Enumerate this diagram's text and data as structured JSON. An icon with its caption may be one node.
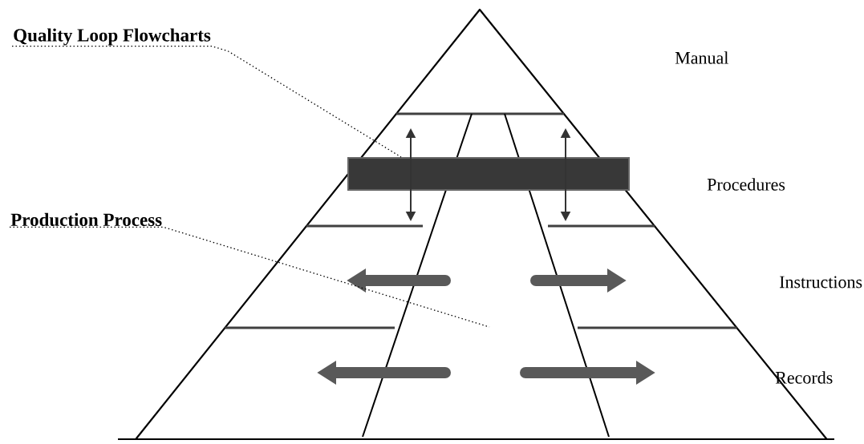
{
  "diagram": {
    "nodes": [
      {
        "text": [
          "Quality Loop Flowcharts"
        ]
      },
      {
        "text": [],
        "shape": "bar"
      },
      {
        "text": [
          "Production Process"
        ]
      }
    ],
    "edges": [
      {
        "from": 0,
        "to": 1,
        "arrow": "none",
        "style": "dashed"
      },
      {
        "from": 2,
        "to": null,
        "arrow": "none",
        "style": "dashed"
      }
    ],
    "labels": [
      "Manual",
      "Procedures",
      "Instructions",
      "Records"
    ]
  }
}
